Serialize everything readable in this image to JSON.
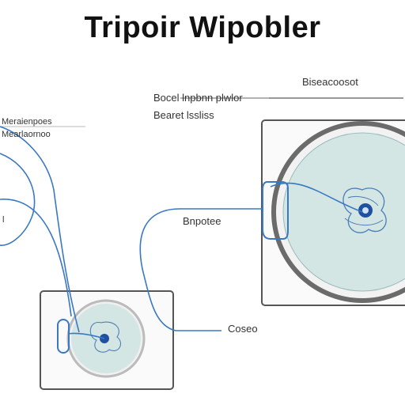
{
  "title": "Tripoir Wipobler",
  "labels": {
    "top_right": "Biseacoosot",
    "mid_top_1": "Bocel lnpbnn plwlor",
    "mid_top_2": "Bearet lssliss",
    "left_1": "Meraienpoes",
    "left_2": "Mearlaornoo",
    "left_edge": "l",
    "center": "Bnpotee",
    "bottom": "Coseo"
  },
  "colors": {
    "wire": "#3a78c2",
    "disc_fill": "#d4e6e4",
    "frame": "#555555",
    "accent": "#1f4fa0"
  },
  "icons": [
    "fan-rotor-icon",
    "fan-rotor-icon"
  ]
}
